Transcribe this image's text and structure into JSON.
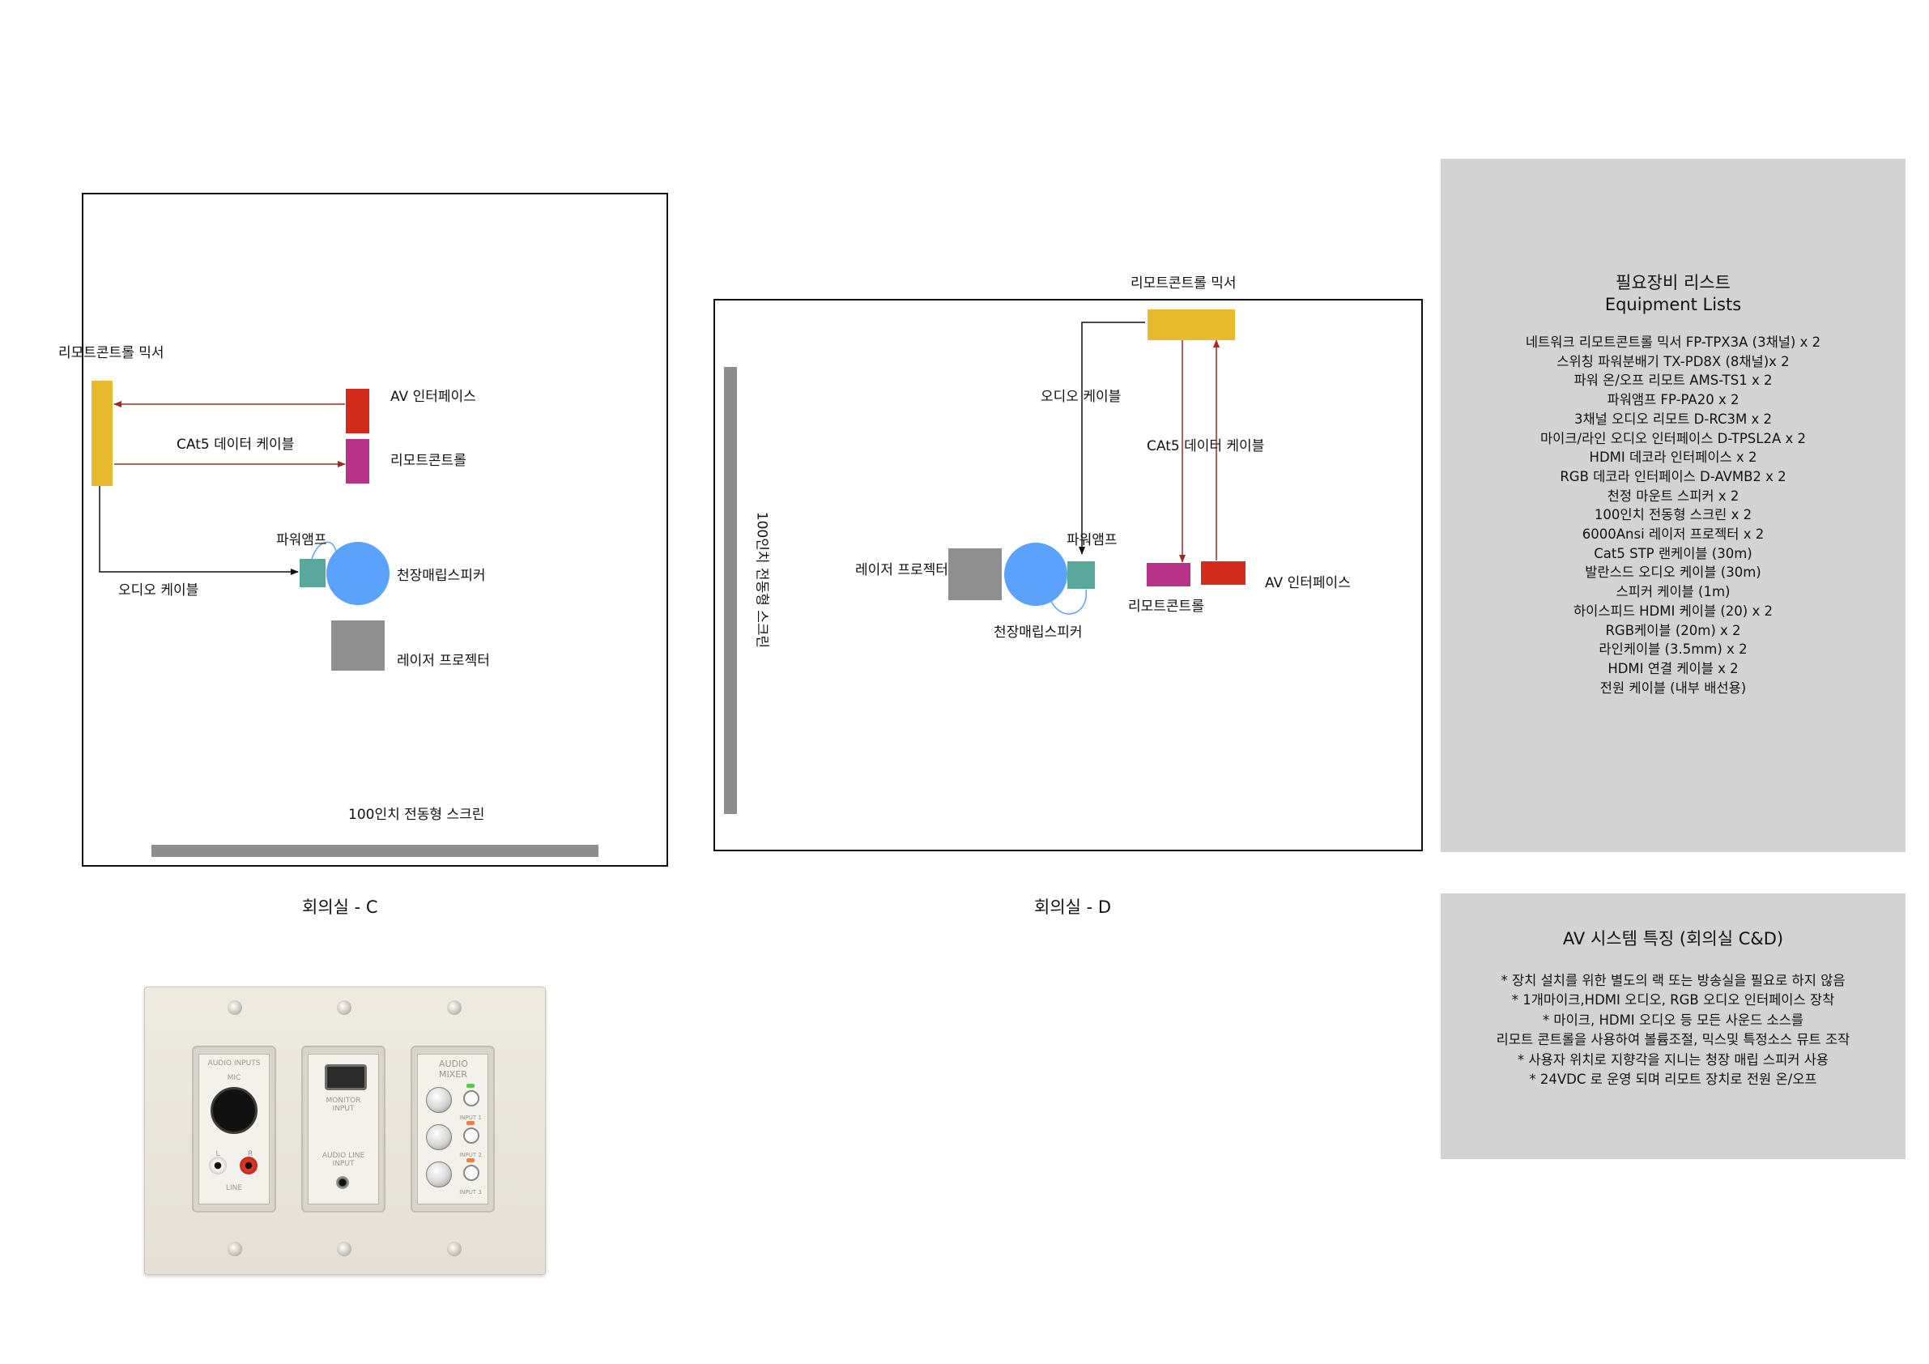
{
  "room_c": {
    "caption": "회의실 - C",
    "labels": {
      "mixer": "리모트콘트롤 믹서",
      "av_interface": "AV 인터페이스",
      "remote": "리모트콘트롤",
      "cat5": "CAt5 데이터 케이블",
      "power_amp": "파워앰프",
      "speaker": "천장매립스피커",
      "audio_cable": "오디오 케이블",
      "projector": "레이저 프로젝터",
      "screen": "100인치 전동형 스크린"
    }
  },
  "room_d": {
    "caption": "회의실 - D",
    "labels": {
      "mixer": "리모트콘트롤 믹서",
      "audio_cable": "오디오 케이블",
      "cat5": "CAt5 데이터 케이블",
      "screen": "100인치 전동형 스크린",
      "projector": "레이저 프로젝터",
      "power_amp": "파워앰프",
      "speaker": "천장매립스피커",
      "remote": "리모트콘트롤",
      "av_interface": "AV 인터페이스"
    }
  },
  "equipment": {
    "title": "필요장비 리스트",
    "subtitle": "Equipment Lists",
    "items": [
      "네트워크 리모트콘트롤 믹서 FP-TPX3A (3채널) x 2",
      "스위칭 파워분배기 TX-PD8X (8채널)x 2",
      "파워 온/오프 리모트 AMS-TS1 x 2",
      "파워앰프 FP-PA20 x 2",
      "3채널 오디오 리모트 D-RC3M x 2",
      "마이크/라인 오디오 인터페이스 D-TPSL2A x 2",
      "HDMI 데코라 인터페이스 x 2",
      "RGB 데코라 인터페이스 D-AVMB2 x 2",
      "천정 마운트 스피커 x 2",
      "100인치 전동형 스크린 x 2",
      "6000Ansi 레이저 프로젝터 x 2",
      "Cat5 STP 랜케이블 (30m)",
      "발란스드 오디오 케이블 (30m)",
      "스피커 케이블 (1m)",
      "하이스피드 HDMI 케이블 (20) x 2",
      "RGB케이블 (20m) x 2",
      "라인케이블 (3.5mm) x 2",
      "HDMI 연결 케이블  x 2",
      "전원 케이블 (내부 배선용)"
    ]
  },
  "features": {
    "title": "AV 시스템 특징 (회의실 C&D)",
    "items": [
      "* 장치 설치를 위한 별도의 랙 또는 방송실을 필요로 하지 않음",
      "* 1개마이크,HDMI 오디오, RGB 오디오 인터페이스 장착",
      "* 마이크, HDMI 오디오 등 모든 사운드 소스를",
      "리모트 콘트롤을 사용하여 볼륨조절, 믹스및 특정소스 뮤트 조작",
      "* 사용자 위치로 지향각을 지니는 청장 매립 스피커 사용",
      "* 24VDC 로 운영 되며 리모트 장치로 전원 온/오프"
    ]
  },
  "wall_plate": {
    "audio_inputs": "AUDIO INPUTS",
    "mic": "MIC",
    "line": "LINE",
    "l": "L",
    "r": "R",
    "monitor_input": "MONITOR INPUT",
    "audio_line_input": "AUDIO LINE INPUT",
    "audio_mixer": "AUDIO MIXER",
    "input_1": "INPUT 1",
    "input_2": "INPUT 2",
    "input_3": "INPUT 3"
  },
  "colors": {
    "mixer": "#e8bb2e",
    "av_interface": "#d22b1c",
    "remote": "#b83287",
    "power_amp": "#5aa79c",
    "speaker": "#5aa2fb",
    "projector": "#8f8f8f",
    "cable_red": "#a32a20",
    "cable_black": "#111111"
  }
}
